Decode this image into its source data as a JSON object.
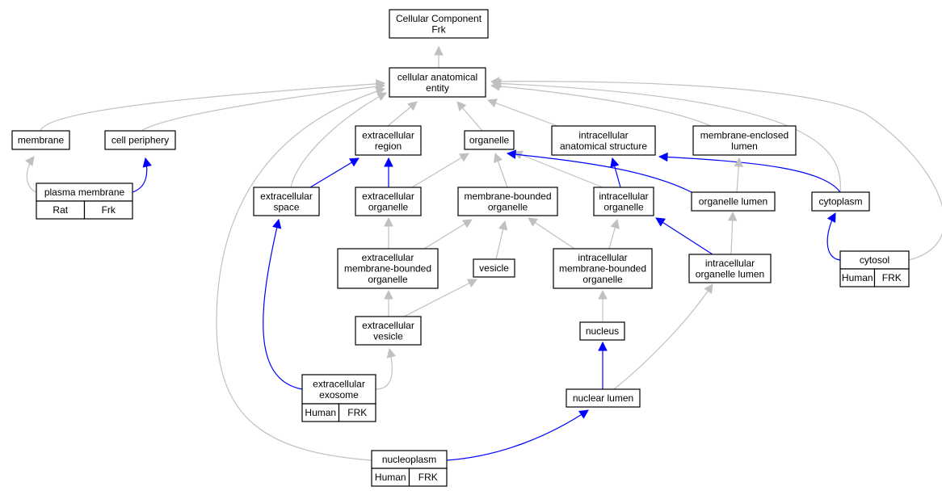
{
  "colors": {
    "is_a_edge": "#c0c0c0",
    "part_of_edge": "#0000ff",
    "rat_annotation": "#ffcc00",
    "human_annotation": "#f4634a"
  },
  "nodes": {
    "cellular_component": [
      "Cellular Component",
      "Frk"
    ],
    "cellular_anatomical_entity": [
      "cellular anatomical",
      "entity"
    ],
    "membrane": [
      "membrane"
    ],
    "cell_periphery": [
      "cell periphery"
    ],
    "extracellular_region": [
      "extracellular",
      "region"
    ],
    "organelle": [
      "organelle"
    ],
    "intracellular_anatomical_structure": [
      "intracellular",
      "anatomical structure"
    ],
    "membrane_enclosed_lumen": [
      "membrane-enclosed",
      "lumen"
    ],
    "plasma_membrane": [
      "plasma membrane"
    ],
    "extracellular_space": [
      "extracellular",
      "space"
    ],
    "extracellular_organelle": [
      "extracellular",
      "organelle"
    ],
    "membrane_bounded_organelle": [
      "membrane-bounded",
      "organelle"
    ],
    "intracellular_organelle": [
      "intracellular",
      "organelle"
    ],
    "organelle_lumen": [
      "organelle lumen"
    ],
    "cytoplasm": [
      "cytoplasm"
    ],
    "extracellular_membrane_bounded_organelle": [
      "extracellular",
      "membrane-bounded",
      "organelle"
    ],
    "vesicle": [
      "vesicle"
    ],
    "intracellular_membrane_bounded_organelle": [
      "intracellular",
      "membrane-bounded",
      "organelle"
    ],
    "intracellular_organelle_lumen": [
      "intracellular",
      "organelle lumen"
    ],
    "cytosol": [
      "cytosol"
    ],
    "extracellular_vesicle": [
      "extracellular",
      "vesicle"
    ],
    "nucleus": [
      "nucleus"
    ],
    "extracellular_exosome": [
      "extracellular",
      "exosome"
    ],
    "nuclear_lumen": [
      "nuclear lumen"
    ],
    "nucleoplasm": [
      "nucleoplasm"
    ]
  },
  "annotations": {
    "plasma_membrane": [
      {
        "species": "Rat",
        "gene": "Frk",
        "color": "#ffcc00"
      }
    ],
    "cytosol": [
      {
        "species": "Human",
        "gene": "FRK",
        "color": "#f4634a"
      }
    ],
    "extracellular_exosome": [
      {
        "species": "Human",
        "gene": "FRK",
        "color": "#f4634a"
      }
    ],
    "nucleoplasm": [
      {
        "species": "Human",
        "gene": "FRK",
        "color": "#f4634a"
      }
    ]
  },
  "edges": [
    {
      "from": "cellular_anatomical_entity",
      "to": "cellular_component",
      "type": "is_a"
    },
    {
      "from": "membrane",
      "to": "cellular_anatomical_entity",
      "type": "is_a"
    },
    {
      "from": "cell_periphery",
      "to": "cellular_anatomical_entity",
      "type": "is_a"
    },
    {
      "from": "extracellular_region",
      "to": "cellular_anatomical_entity",
      "type": "is_a"
    },
    {
      "from": "organelle",
      "to": "cellular_anatomical_entity",
      "type": "is_a"
    },
    {
      "from": "intracellular_anatomical_structure",
      "to": "cellular_anatomical_entity",
      "type": "is_a"
    },
    {
      "from": "membrane_enclosed_lumen",
      "to": "cellular_anatomical_entity",
      "type": "is_a"
    },
    {
      "from": "extracellular_space",
      "to": "cellular_anatomical_entity",
      "type": "is_a"
    },
    {
      "from": "nucleoplasm",
      "to": "cellular_anatomical_entity",
      "type": "is_a"
    },
    {
      "from": "cytoplasm",
      "to": "cellular_anatomical_entity",
      "type": "is_a"
    },
    {
      "from": "cytosol",
      "to": "cellular_anatomical_entity",
      "type": "is_a"
    },
    {
      "from": "plasma_membrane",
      "to": "membrane",
      "type": "is_a"
    },
    {
      "from": "plasma_membrane",
      "to": "cell_periphery",
      "type": "part_of"
    },
    {
      "from": "extracellular_space",
      "to": "extracellular_region",
      "type": "part_of"
    },
    {
      "from": "extracellular_organelle",
      "to": "extracellular_region",
      "type": "part_of"
    },
    {
      "from": "extracellular_organelle",
      "to": "organelle",
      "type": "is_a"
    },
    {
      "from": "membrane_bounded_organelle",
      "to": "organelle",
      "type": "is_a"
    },
    {
      "from": "intracellular_organelle",
      "to": "organelle",
      "type": "is_a"
    },
    {
      "from": "organelle_lumen",
      "to": "organelle",
      "type": "part_of"
    },
    {
      "from": "intracellular_organelle",
      "to": "intracellular_anatomical_structure",
      "type": "part_of"
    },
    {
      "from": "cytoplasm",
      "to": "intracellular_anatomical_structure",
      "type": "part_of"
    },
    {
      "from": "organelle_lumen",
      "to": "membrane_enclosed_lumen",
      "type": "is_a"
    },
    {
      "from": "extracellular_membrane_bounded_organelle",
      "to": "extracellular_organelle",
      "type": "is_a"
    },
    {
      "from": "extracellular_membrane_bounded_organelle",
      "to": "membrane_bounded_organelle",
      "type": "is_a"
    },
    {
      "from": "vesicle",
      "to": "membrane_bounded_organelle",
      "type": "is_a"
    },
    {
      "from": "intracellular_membrane_bounded_organelle",
      "to": "membrane_bounded_organelle",
      "type": "is_a"
    },
    {
      "from": "intracellular_membrane_bounded_organelle",
      "to": "intracellular_organelle",
      "type": "is_a"
    },
    {
      "from": "intracellular_organelle_lumen",
      "to": "intracellular_organelle",
      "type": "part_of"
    },
    {
      "from": "intracellular_organelle_lumen",
      "to": "organelle_lumen",
      "type": "is_a"
    },
    {
      "from": "cytosol",
      "to": "cytoplasm",
      "type": "part_of"
    },
    {
      "from": "extracellular_vesicle",
      "to": "extracellular_membrane_bounded_organelle",
      "type": "is_a"
    },
    {
      "from": "extracellular_vesicle",
      "to": "vesicle",
      "type": "is_a"
    },
    {
      "from": "nucleus",
      "to": "intracellular_membrane_bounded_organelle",
      "type": "is_a"
    },
    {
      "from": "extracellular_exosome",
      "to": "extracellular_vesicle",
      "type": "is_a"
    },
    {
      "from": "extracellular_exosome",
      "to": "extracellular_space",
      "type": "part_of"
    },
    {
      "from": "nuclear_lumen",
      "to": "nucleus",
      "type": "part_of"
    },
    {
      "from": "nuclear_lumen",
      "to": "intracellular_organelle_lumen",
      "type": "is_a"
    },
    {
      "from": "nucleoplasm",
      "to": "nuclear_lumen",
      "type": "part_of"
    }
  ]
}
